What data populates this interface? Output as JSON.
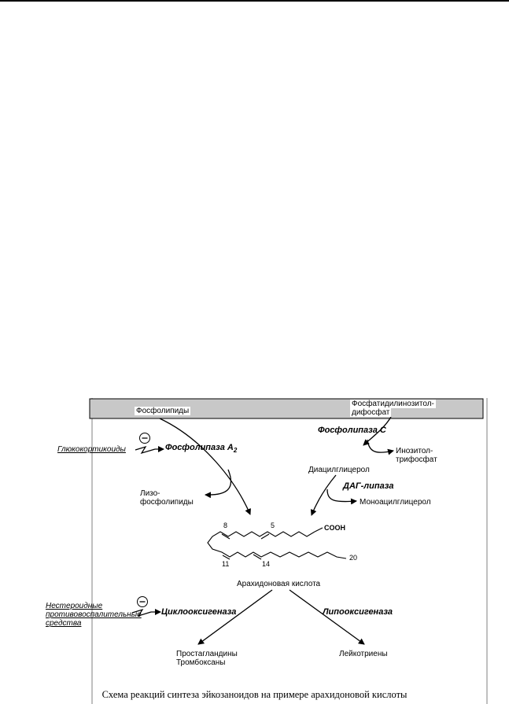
{
  "diagram": {
    "membrane": {
      "phospholipids": "Фосфолипиды",
      "pip2_line1": "Фосфатидилинозитол-",
      "pip2_line2": "дифосфат"
    },
    "enzymes": {
      "pla2": "Фосфолипаза А",
      "pla2_sub": "2",
      "plc": "Фосфолипаза С",
      "dag_lipase": "ДАГ-липаза",
      "cox": "Циклооксигеназа",
      "lox": "Липооксигеназа"
    },
    "inhibitors": {
      "glucocorticoids": "Глюкокортикоиды",
      "nsaid_line1": "Нестероидные",
      "nsaid_line2": "противовоспалительные",
      "nsaid_line3": "средства",
      "minus_symbol": "−"
    },
    "products": {
      "lyso_line1": "Лизо-",
      "lyso_line2": "фосфолипиды",
      "ip3_line1": "Инозитол-",
      "ip3_line2": "трифосфат",
      "dag": "Диацилглицерол",
      "mag": "Моноацилглицерол",
      "arachidonic_acid": "Арахидоновая кислота",
      "prostaglandins": "Простагландины",
      "thromboxanes": "Тромбоксаны",
      "leukotrienes": "Лейкотриены"
    },
    "molecule": {
      "cooh": "COOH",
      "pos_8": "8",
      "pos_5": "5",
      "pos_11": "11",
      "pos_14": "14",
      "pos_20": "20"
    },
    "caption": "Схема реакций синтеза эйкозаноидов на примере арахидоновой кислоты"
  }
}
